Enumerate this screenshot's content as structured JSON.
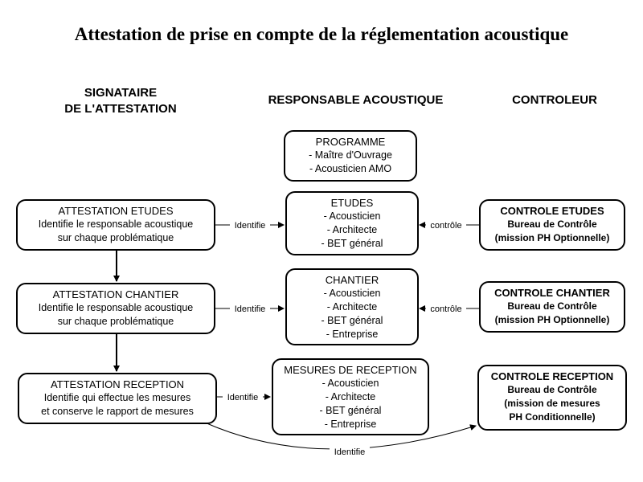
{
  "title": "Attestation de prise en compte de la réglementation acoustique",
  "columns": {
    "left": [
      "SIGNATAIRE",
      "DE L'ATTESTATION"
    ],
    "middle": "RESPONSABLE ACOUSTIQUE",
    "right": "CONTROLEUR"
  },
  "left_boxes": [
    {
      "title": "ATTESTATION ETUDES",
      "lines": [
        "Identifie le responsable acoustique",
        "sur chaque problématique"
      ]
    },
    {
      "title": "ATTESTATION CHANTIER",
      "lines": [
        "Identifie le responsable acoustique",
        "sur chaque problématique"
      ]
    },
    {
      "title": "ATTESTATION RECEPTION",
      "lines": [
        "Identifie qui effectue les mesures",
        "et conserve le rapport de mesures"
      ]
    }
  ],
  "middle_boxes": [
    {
      "title": "PROGRAMME",
      "lines": [
        "- Maître d'Ouvrage",
        "- Acousticien AMO"
      ]
    },
    {
      "title": "ETUDES",
      "lines": [
        "- Acousticien",
        "- Architecte",
        "- BET général"
      ]
    },
    {
      "title": "CHANTIER",
      "lines": [
        "- Acousticien",
        "- Architecte",
        "- BET général",
        "- Entreprise"
      ]
    },
    {
      "title": "MESURES DE RECEPTION",
      "lines": [
        "- Acousticien",
        "- Architecte",
        "- BET général",
        "- Entreprise"
      ]
    }
  ],
  "right_boxes": [
    {
      "title": "CONTROLE ETUDES",
      "lines": [
        "Bureau de Contrôle",
        "(mission PH Optionnelle)"
      ]
    },
    {
      "title": "CONTROLE CHANTIER",
      "lines": [
        "Bureau de Contrôle",
        "(mission PH Optionnelle)"
      ]
    },
    {
      "title": "CONTROLE RECEPTION",
      "lines": [
        "Bureau de Contrôle",
        "(mission de mesures",
        "PH Conditionnelle)"
      ]
    }
  ],
  "link_labels": {
    "identifie": "Identifie",
    "controle": "contrôle"
  }
}
